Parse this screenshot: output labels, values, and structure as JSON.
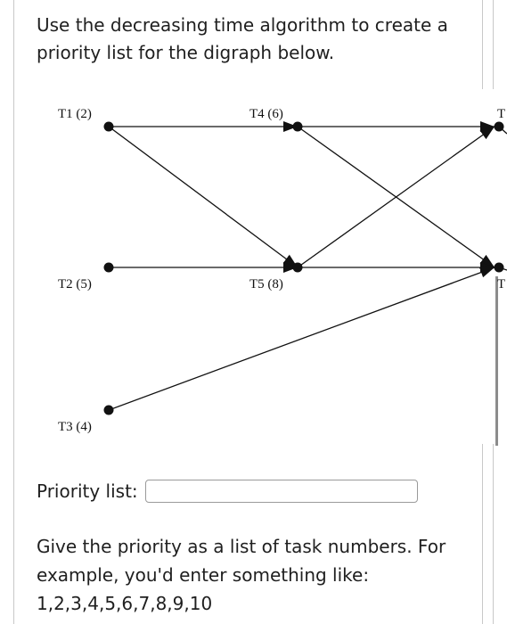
{
  "question": {
    "line1": "Use the decreasing time algorithm to create a",
    "line2": "priority list for the digraph below."
  },
  "digraph": {
    "nodes": [
      {
        "id": "T1",
        "label": "T1 (2)"
      },
      {
        "id": "T2",
        "label": "T2 (5)"
      },
      {
        "id": "T3",
        "label": "T3 (4)"
      },
      {
        "id": "T4",
        "label": "T4 (6)"
      },
      {
        "id": "T5",
        "label": "T5 (8)"
      },
      {
        "id": "T6",
        "label": "T"
      },
      {
        "id": "T7",
        "label": "T"
      }
    ],
    "edges": [
      {
        "from": "T1",
        "to": "T4"
      },
      {
        "from": "T1",
        "to": "T5"
      },
      {
        "from": "T2",
        "to": "T5"
      },
      {
        "from": "T4",
        "to": "T6"
      },
      {
        "from": "T4",
        "to": "T7"
      },
      {
        "from": "T5",
        "to": "T6"
      },
      {
        "from": "T5",
        "to": "T7"
      },
      {
        "from": "T3",
        "to": "T7"
      }
    ]
  },
  "priority": {
    "label": "Priority list:",
    "value": ""
  },
  "hint": {
    "line1": "Give the priority as a list of task numbers. For",
    "line2": "example, you'd enter something like:",
    "line3": "1,2,3,4,5,6,7,8,9,10"
  },
  "colors": {
    "line": "#111111",
    "frame": "#c8c8c8"
  }
}
